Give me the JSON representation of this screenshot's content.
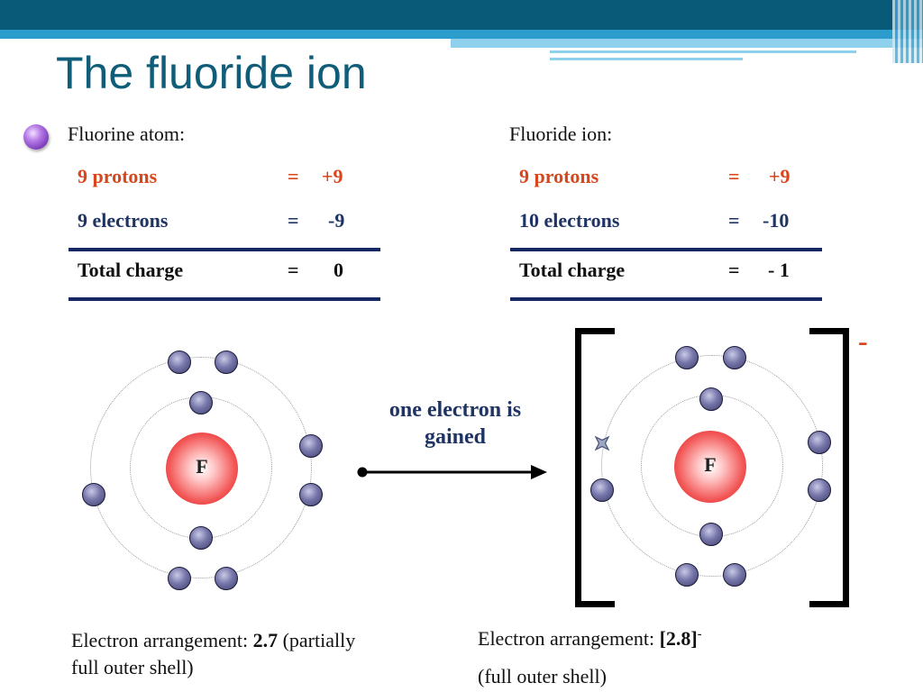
{
  "slide": {
    "title": "The fluoride ion"
  },
  "atom_table": {
    "header": "Fluorine atom:",
    "protons_label": "9 protons",
    "protons_eq": "=",
    "protons_value": "+9",
    "electrons_label": "9 electrons",
    "electrons_eq": "=",
    "electrons_value": "-9",
    "total_label": "Total charge",
    "total_eq": "=",
    "total_value": "0"
  },
  "ion_table": {
    "header": "Fluoride ion:",
    "protons_label": "9 protons",
    "protons_eq": "=",
    "protons_value": "+9",
    "electrons_label": "10 electrons",
    "electrons_eq": "=",
    "electrons_value": "-10",
    "total_label": "Total charge",
    "total_eq": "=",
    "total_value": "- 1"
  },
  "diagram": {
    "atom_symbol": "F",
    "ion_symbol": "F",
    "arrow_text_line1": "one electron is",
    "arrow_text_line2": "gained",
    "ion_charge": "-",
    "colors": {
      "protons_text": "#d8461b",
      "electrons_text": "#1f3463",
      "nucleus": "#e83535",
      "electron": "#6a6a9e",
      "header_bar": "#085a78"
    }
  },
  "captions": {
    "atom_prefix": "Electron arrangement: ",
    "atom_config": "2.7",
    "atom_suffix_line1": " (partially",
    "atom_suffix_line2": "full outer shell)",
    "ion_prefix": "Electron arrangement: ",
    "ion_config": "[2.8]",
    "ion_superscript": "-",
    "ion_note": "(full outer shell)"
  }
}
